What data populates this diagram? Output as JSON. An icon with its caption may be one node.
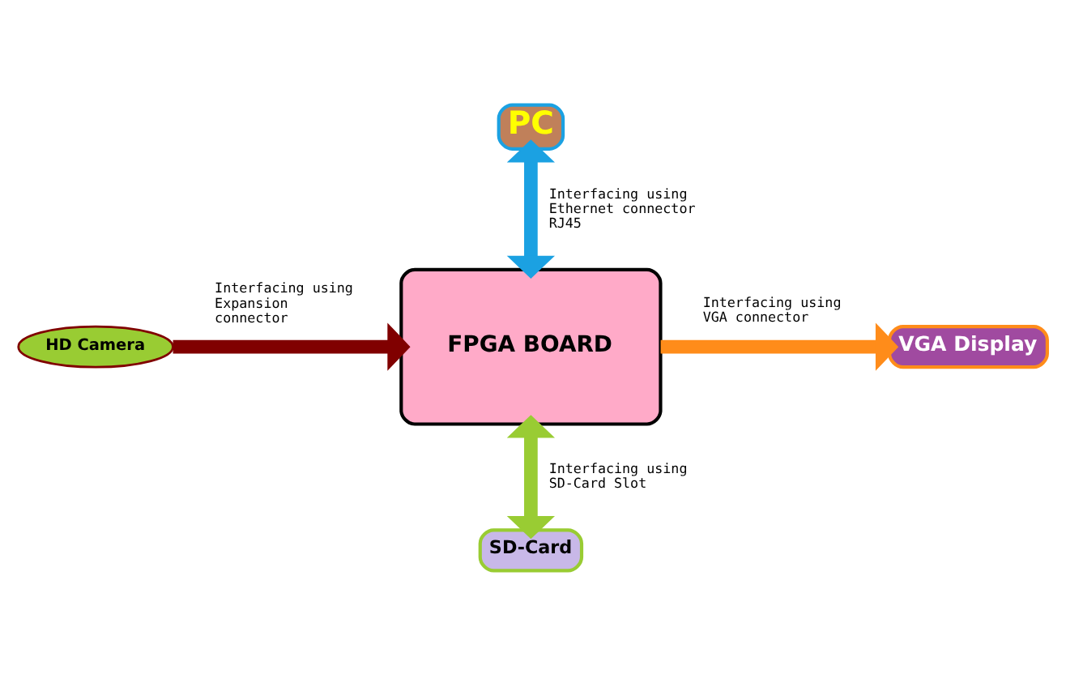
{
  "diagram": {
    "nodes": [
      {
        "text": [
          "PC"
        ]
      },
      {
        "text": [
          "HD Camera"
        ]
      },
      {
        "text": [
          "FPGA BOARD"
        ]
      },
      {
        "text": [
          "VGA Display"
        ]
      },
      {
        "text": [
          "SD-Card"
        ]
      }
    ],
    "edges": [
      {
        "from": 0,
        "to": 2,
        "arrow": "both",
        "color": "#1ba1e2",
        "label": "Interfacing using Ethernet connector RJ45"
      },
      {
        "from": 1,
        "to": 2,
        "arrow": "to",
        "color": "#800000",
        "label": "Interfacing using Expansion connector"
      },
      {
        "from": 2,
        "to": 3,
        "arrow": "to",
        "color": "#ff8c1a",
        "label": "Interfacing using VGA connector"
      },
      {
        "from": 2,
        "to": 4,
        "arrow": "both",
        "color": "#99cc33",
        "label": "Interfacing using SD-Card Slot"
      }
    ]
  }
}
